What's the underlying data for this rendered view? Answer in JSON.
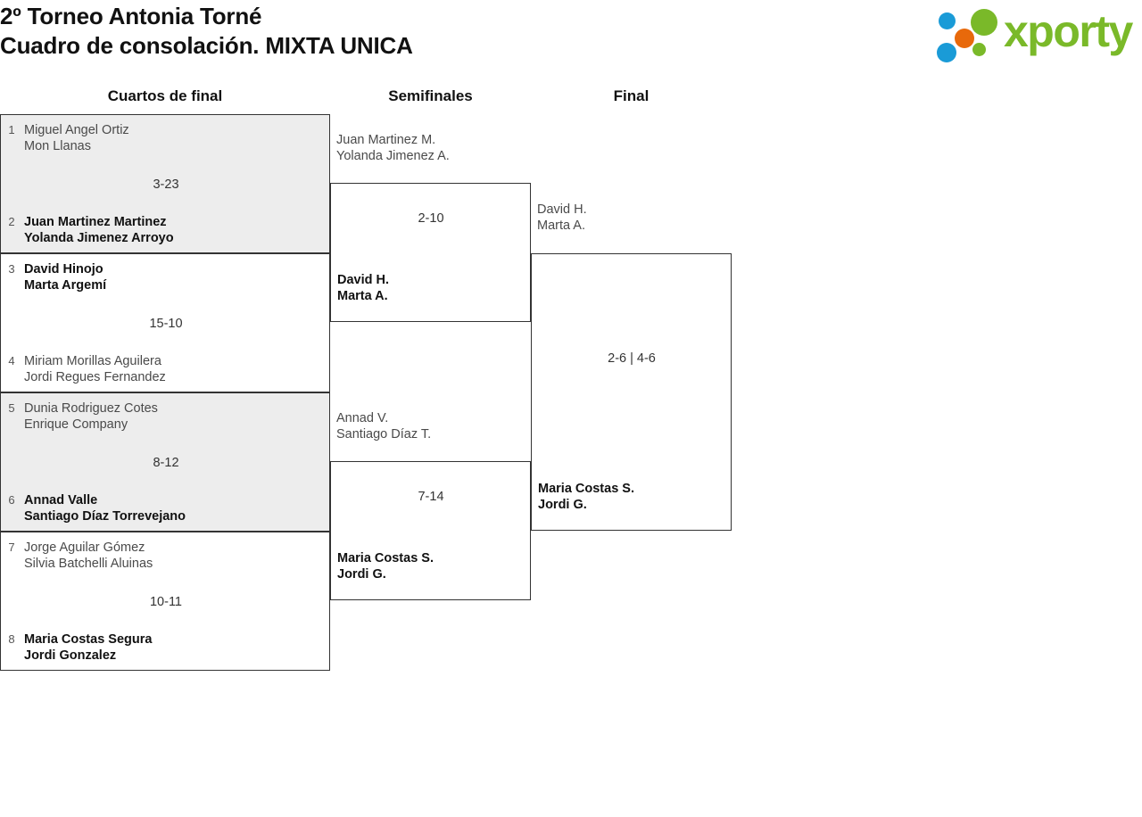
{
  "header": {
    "title": "2º Torneo Antonia Torné",
    "subtitle": "Cuadro de consolación. MIXTA UNICA"
  },
  "logo": {
    "wordmark": "xporty",
    "colors": {
      "green": "#7ab929",
      "blue": "#1a9bd7",
      "orange": "#e8690b"
    }
  },
  "rounds": [
    {
      "key": "quarterfinals",
      "label": "Cuartos de final"
    },
    {
      "key": "semifinals",
      "label": "Semifinales"
    },
    {
      "key": "final",
      "label": "Final"
    }
  ],
  "quarterfinals": [
    {
      "score": "3-23",
      "teams": [
        {
          "seed": "1",
          "line1": "Miguel Angel Ortiz",
          "line2": "Mon Llanas",
          "winner": false
        },
        {
          "seed": "2",
          "line1": "Juan Martinez Martinez",
          "line2": "Yolanda Jimenez Arroyo",
          "winner": true
        }
      ]
    },
    {
      "score": "15-10",
      "teams": [
        {
          "seed": "3",
          "line1": "David Hinojo",
          "line2": "Marta Argemí",
          "winner": true
        },
        {
          "seed": "4",
          "line1": "Miriam Morillas Aguilera",
          "line2": "Jordi Regues Fernandez",
          "winner": false
        }
      ]
    },
    {
      "score": "8-12",
      "teams": [
        {
          "seed": "5",
          "line1": "Dunia Rodriguez Cotes",
          "line2": "Enrique Company",
          "winner": false
        },
        {
          "seed": "6",
          "line1": "Annad Valle",
          "line2": "Santiago Díaz Torrevejano",
          "winner": true
        }
      ]
    },
    {
      "score": "10-11",
      "teams": [
        {
          "seed": "7",
          "line1": "Jorge Aguilar Gómez",
          "line2": "Silvia Batchelli Aluinas",
          "winner": false
        },
        {
          "seed": "8",
          "line1": "Maria Costas Segura",
          "line2": "Jordi Gonzalez",
          "winner": true
        }
      ]
    }
  ],
  "semifinals": [
    {
      "score": "2-10",
      "teams": [
        {
          "line1": "Juan Martinez M.",
          "line2": "Yolanda Jimenez A.",
          "winner": false
        },
        {
          "line1": "David H.",
          "line2": "Marta A.",
          "winner": true
        }
      ]
    },
    {
      "score": "7-14",
      "teams": [
        {
          "line1": "Annad V.",
          "line2": "Santiago Díaz T.",
          "winner": false
        },
        {
          "line1": "Maria Costas S.",
          "line2": "Jordi G.",
          "winner": true
        }
      ]
    }
  ],
  "final": {
    "score": "2-6 | 4-6",
    "teams": [
      {
        "line1": "David H.",
        "line2": "Marta A.",
        "winner": false
      },
      {
        "line1": "Maria Costas S.",
        "line2": "Jordi G.",
        "winner": true
      }
    ]
  }
}
